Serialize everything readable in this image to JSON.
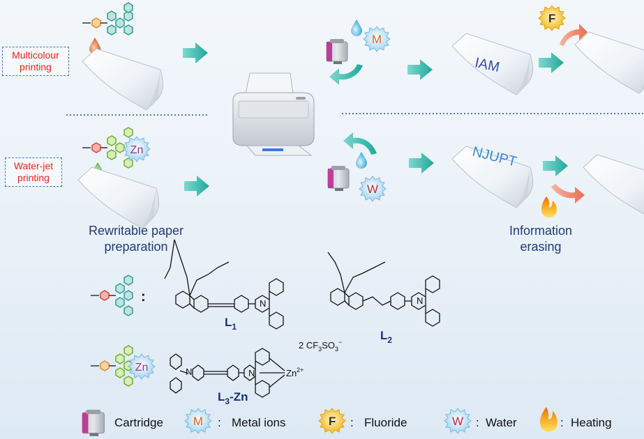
{
  "labels": {
    "multicolour_line1": "Multicolour",
    "multicolour_line2": "printing",
    "waterjet_line1": "Water-jet",
    "waterjet_line2": "printing",
    "rewritable_line1": "Rewritable paper",
    "rewritable_line2": "preparation",
    "erasing_line1": "Information",
    "erasing_line2": "erasing"
  },
  "badges": {
    "metal": "M",
    "fluoride": "F",
    "water": "W",
    "zinc": "Zn"
  },
  "paper_text": {
    "top": "IAM",
    "bottom": "NJUPT"
  },
  "chemistry": {
    "colon": ":",
    "L1": "L",
    "L1_sub": "1",
    "L2": "L",
    "L2_sub": "2",
    "L3": "L",
    "L3_sub": "3",
    "L3_suffix": "-Zn",
    "counterion": "2 CF",
    "counterion_sub": "3",
    "counterion_tail": "SO",
    "counterion_sub2": "3",
    "counterion_sup": "−",
    "zinc_center": "Zn",
    "zinc_charge": "2+",
    "nitrogen": "N"
  },
  "legend": {
    "cartridge": "Cartridge",
    "metal_ions": "Metal ions",
    "fluoride": "Fluoride",
    "water": "Water",
    "heating": "Heating",
    "sep": ":"
  },
  "colors": {
    "arrow_teal": "#2fb3a8",
    "label_red": "#e0251b",
    "caption_blue": "#1f3a7a",
    "hex_teal": "#3aa6a0",
    "hex_green": "#8cc63f",
    "hex_orange": "#f0a040",
    "hex_red": "#e45a55",
    "zn_purple": "#a0328c"
  }
}
